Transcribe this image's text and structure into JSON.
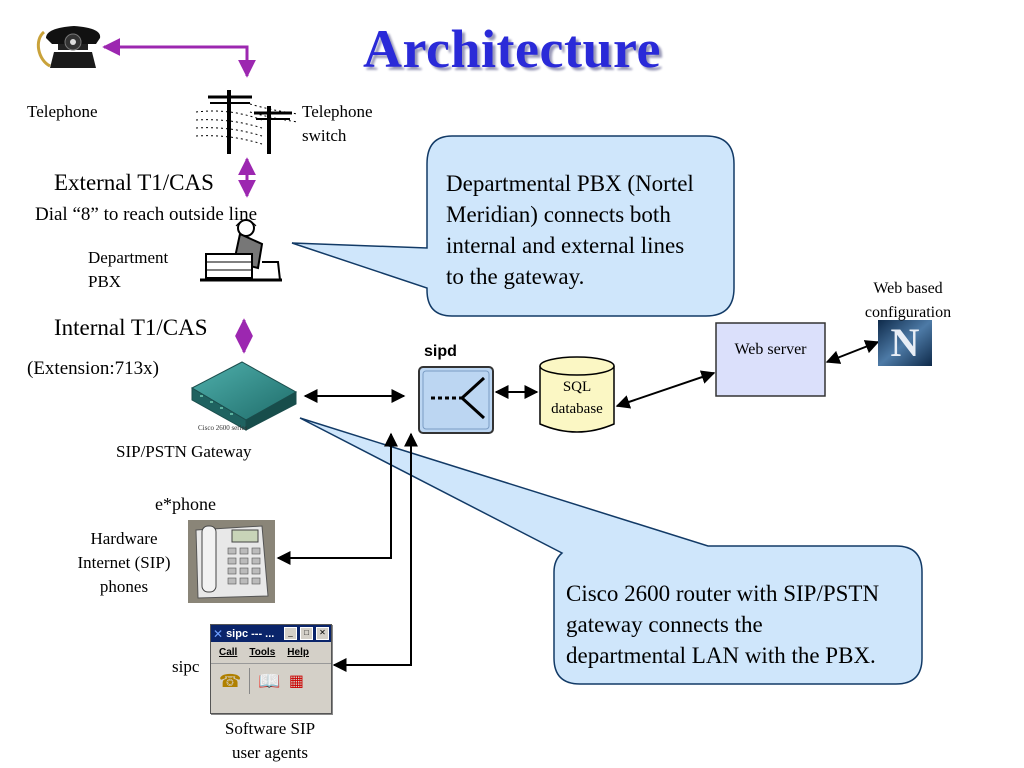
{
  "title": "Architecture",
  "labels": {
    "telephone": "Telephone",
    "telephone_switch": [
      "Telephone",
      "switch"
    ],
    "external_t1": "External T1/CAS",
    "dial_8": "Dial “8” to reach outside line",
    "department_pbx": [
      "Department",
      "PBX"
    ],
    "internal_t1": "Internal T1/CAS",
    "extension": "(Extension:713x)",
    "cisco_series": "Cisco 2600 series",
    "sip_pstn_gateway": "SIP/PSTN Gateway",
    "ephone": "e*phone",
    "hardware_phones": [
      "Hardware",
      "Internet (SIP)",
      "phones"
    ],
    "sipc": "sipc",
    "software_agents": [
      "Software SIP",
      "user agents"
    ],
    "sipd": "sipd",
    "sql_database": [
      "SQL",
      "database"
    ],
    "web_server": "Web server",
    "web_config": [
      "Web based",
      "configuration"
    ]
  },
  "callouts": {
    "pbx": [
      "Departmental PBX (Nortel",
      "Meridian) connects both",
      "internal and external lines",
      "to the gateway."
    ],
    "cisco": [
      "Cisco 2600 router with SIP/PSTN",
      "gateway connects the",
      "departmental LAN with the PBX."
    ]
  },
  "sipc_window": {
    "title": "sipc --- ...",
    "menu": [
      "Call",
      "Tools",
      "Help"
    ]
  },
  "colors": {
    "title": "#2a2ad8",
    "purple_link": "#9c27b0",
    "callout_fill": "#cfe6fb",
    "callout_stroke": "#123a66",
    "db_fill": "#fbf7c4",
    "router": "#2f8a88",
    "sipd_box": "#bcd6f2",
    "web_server_box": "#dbe0fb"
  }
}
